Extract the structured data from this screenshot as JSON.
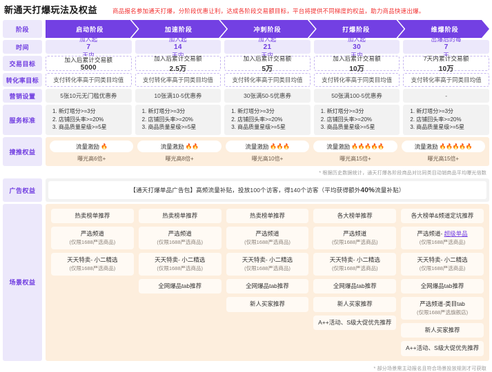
{
  "header": {
    "title": "新通天打爆玩法及权益",
    "subtitle": "商品报名参加通天打爆，分阶段优惠让利，达成各阶段交易额目标，平台将提供不同梯度的权益，助力商品快速出爆。",
    "subtitle_color": "#f23030"
  },
  "labels": {
    "stage": "阶段",
    "time": "时间",
    "trade_goal": "交易目标",
    "conversion_goal": "转化率目标",
    "marketing": "营销设置",
    "service": "服务标准",
    "traffic": "搜推权益",
    "ad": "广告权益",
    "scene": "场景权益"
  },
  "stages": [
    "启动阶段",
    "加速阶段",
    "冲刺阶段",
    "打爆阶段",
    "维爆阶段"
  ],
  "time": [
    {
      "pre": "加入起",
      "num": "7",
      "post": "天内"
    },
    {
      "pre": "加入起",
      "num": "14",
      "post": "天内"
    },
    {
      "pre": "加入起",
      "num": "21",
      "post": "天内"
    },
    {
      "pre": "加入起",
      "num": "30",
      "post": "天内"
    },
    {
      "pre": "出爆后的每",
      "num": "7",
      "post": "天"
    }
  ],
  "trade_goal": [
    {
      "pre": "加入后累计交易额",
      "num": "5000",
      "post": ""
    },
    {
      "pre": "加入后累计交易额",
      "num": "2.5万",
      "post": ""
    },
    {
      "pre": "加入后累计交易额",
      "num": "5万",
      "post": ""
    },
    {
      "pre": "加入后累计交易额",
      "num": "10万",
      "post": ""
    },
    {
      "pre": "7天内累计交易额",
      "num": "10万",
      "post": ""
    }
  ],
  "conversion_goal": [
    "支付转化率高于同类目均值",
    "支付转化率高于同类目均值",
    "支付转化率高于同类目均值",
    "支付转化率高于同类目均值",
    "支付转化率高于同类目均值"
  ],
  "marketing": [
    "5张10元无门槛优惠券",
    "10张满10-5优惠券",
    "30张满50-5优惠券",
    "50张满100-5优惠券",
    "-"
  ],
  "service": [
    [
      "1. 新灯塔分>=3分",
      "2. 店铺回头率>=20%",
      "3. 商品质量星级>=5星"
    ],
    [
      "1. 新灯塔分>=3分",
      "2. 店铺回头率>=20%",
      "3. 商品质量星级>=5星"
    ],
    [
      "1. 新灯塔分>=3分",
      "2. 店铺回头率>=20%",
      "3. 商品质量星级>=5星"
    ],
    [
      "1. 新灯塔分>=3分",
      "2. 店铺回头率>=20%",
      "3. 商品质量星级>=5星"
    ],
    [
      "1. 新灯塔分>=3分",
      "2. 店铺回头率>=20%",
      "3. 商品质量星级>=5星"
    ]
  ],
  "traffic": [
    {
      "label": "流量激励",
      "fire": "🔥",
      "sub": "曝光高6倍+"
    },
    {
      "label": "流量激励",
      "fire": "🔥🔥",
      "sub": "曝光高8倍+"
    },
    {
      "label": "流量激励",
      "fire": "🔥🔥🔥",
      "sub": "曝光高10倍+"
    },
    {
      "label": "流量激励",
      "fire": "🔥🔥🔥🔥🔥",
      "sub": "曝光高15倍+"
    },
    {
      "label": "流量激励",
      "fire": "🔥🔥🔥🔥🔥",
      "sub": "曝光高15倍+"
    }
  ],
  "traffic_footnote": "* 根据历史数据统计，通天打爆各阶段商品对比同类目动销商品平均曝光倍数",
  "ad": {
    "pre": "【通天打爆单品广告包】高频流量补贴，投放100个访客，得140个访客（平均获得额外",
    "num": "40%",
    "post": "流量补贴）"
  },
  "scene": [
    [
      {
        "main": "热卖榜单推荐",
        "sub": "",
        "hl": ""
      },
      {
        "main": "严选频道",
        "sub": "(仅限1688严选商品)",
        "hl": ""
      },
      {
        "main": "天天特卖- 小二精选",
        "sub": "(仅限1688严选商品)",
        "hl": ""
      }
    ],
    [
      {
        "main": "热卖榜单推荐",
        "sub": "",
        "hl": ""
      },
      {
        "main": "严选频道",
        "sub": "(仅限1688严选商品)",
        "hl": ""
      },
      {
        "main": "天天特卖- 小二精选",
        "sub": "(仅限1688严选商品)",
        "hl": ""
      },
      {
        "main": "全网爆品tab推荐",
        "sub": "",
        "hl": ""
      }
    ],
    [
      {
        "main": "热卖榜单推荐",
        "sub": "",
        "hl": ""
      },
      {
        "main": "严选频道",
        "sub": "(仅限1688严选商品)",
        "hl": ""
      },
      {
        "main": "天天特卖- 小二精选",
        "sub": "(仅限1688严选商品)",
        "hl": ""
      },
      {
        "main": "全网爆品tab推荐",
        "sub": "",
        "hl": ""
      },
      {
        "main": "新人买家推荐",
        "sub": "",
        "hl": ""
      }
    ],
    [
      {
        "main": "各大榜单推荐",
        "sub": "",
        "hl": ""
      },
      {
        "main": "严选频道",
        "sub": "(仅限1688严选商品)",
        "hl": ""
      },
      {
        "main": "天天特卖- 小二精选",
        "sub": "(仅限1688严选商品)",
        "hl": ""
      },
      {
        "main": "全网爆品tab推荐",
        "sub": "",
        "hl": ""
      },
      {
        "main": "新人买家推荐",
        "sub": "",
        "hl": ""
      },
      {
        "main": "A++活动、S级大促优先推荐",
        "sub": "",
        "hl": ""
      }
    ],
    [
      {
        "main": "各大榜单&频道定坑推荐",
        "sub": "",
        "hl": ""
      },
      {
        "main": "严选频道- ",
        "sub": "(仅限1688严选商品)",
        "hl": "超级单品"
      },
      {
        "main": "天天特卖- 小二精选",
        "sub": "(仅限1688严选商品)",
        "hl": ""
      },
      {
        "main": "全网爆品tab推荐",
        "sub": "",
        "hl": ""
      },
      {
        "main": "严选频道-类目tab",
        "sub": "(仅限1688严选旗舰店)",
        "hl": ""
      },
      {
        "main": "新人买家推荐",
        "sub": "",
        "hl": ""
      },
      {
        "main": "A++活动、S级大促优先推荐",
        "sub": "",
        "hl": ""
      }
    ]
  ],
  "scene_footnote": "* 部分场景需主动报名且符合场景投放规则才可获取"
}
